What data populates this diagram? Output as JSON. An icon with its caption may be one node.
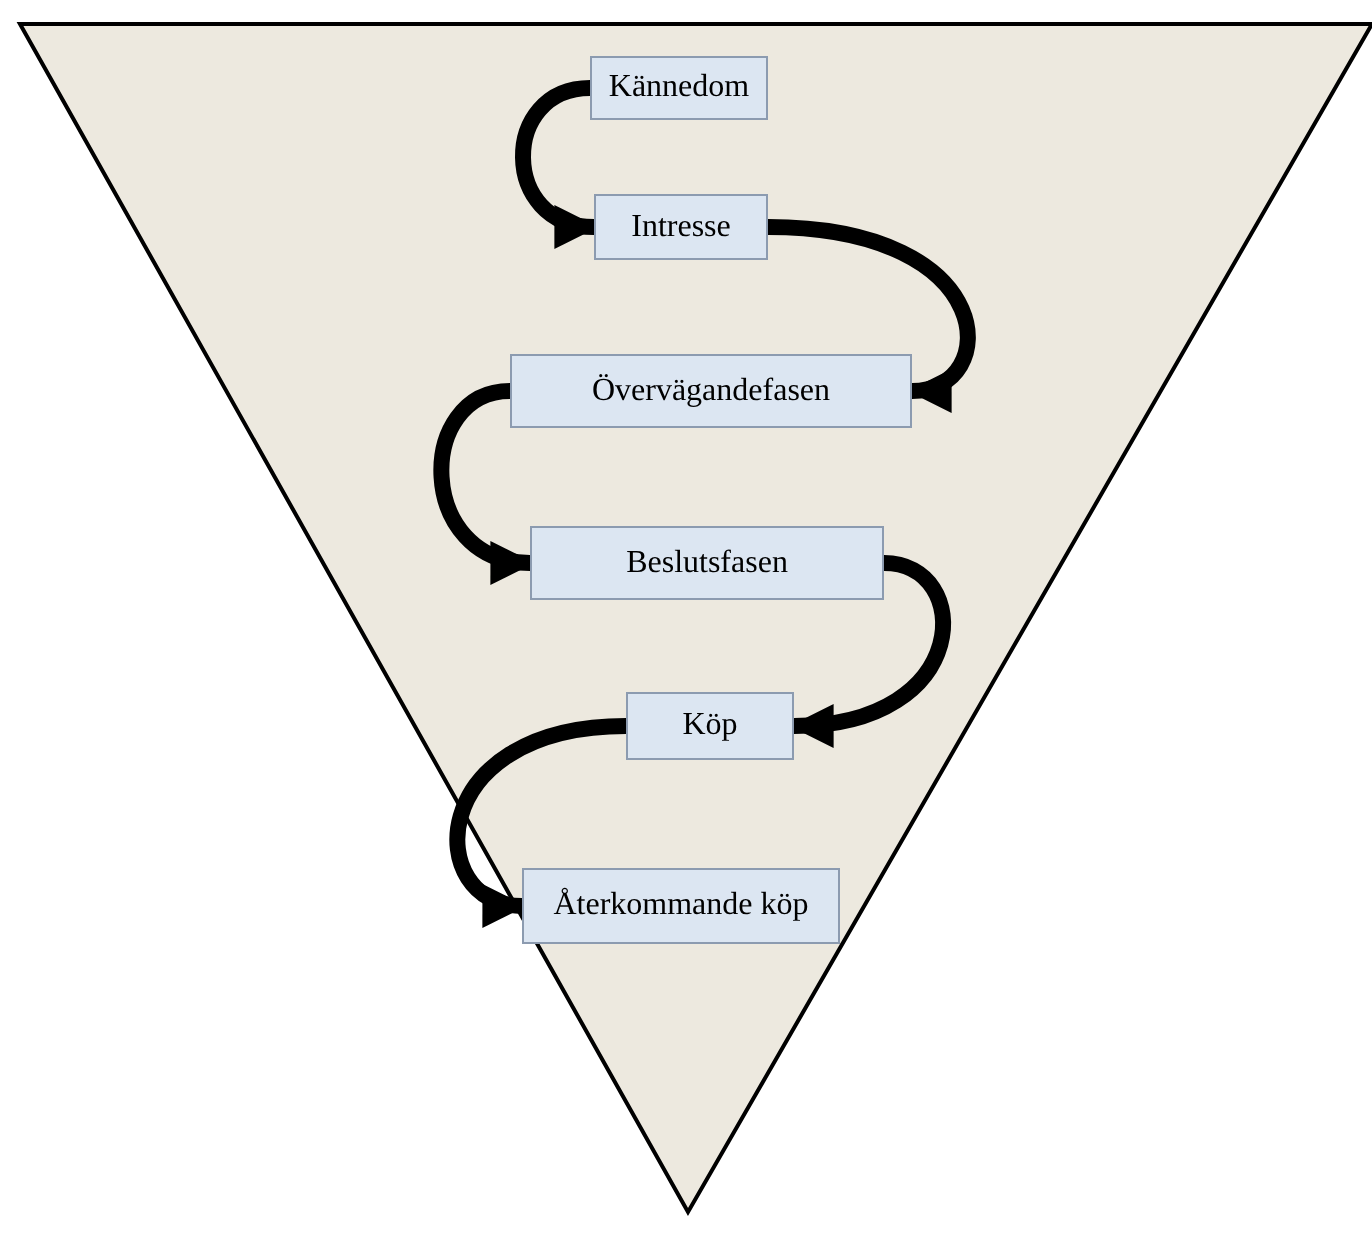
{
  "diagram": {
    "nodes": [
      {
        "text": [],
        "shape": "triangle"
      },
      {
        "text": [
          "Kännedom"
        ],
        "in": 0
      },
      {
        "text": [
          "Intresse"
        ],
        "in": 0
      },
      {
        "text": [
          "Övervägandefasen"
        ],
        "in": 0
      },
      {
        "text": [
          "Beslutsfasen"
        ],
        "in": 0
      },
      {
        "text": [
          "Köp"
        ],
        "in": 0
      },
      {
        "text": [
          "Återkommande köp"
        ],
        "in": 0
      }
    ],
    "edges": [
      {
        "from": 1,
        "to": 2,
        "arrow": "to"
      },
      {
        "from": 2,
        "to": 3,
        "arrow": "to"
      },
      {
        "from": 3,
        "to": 4,
        "arrow": "to"
      },
      {
        "from": 4,
        "to": 5,
        "arrow": "to"
      },
      {
        "from": 5,
        "to": 6,
        "arrow": "to"
      }
    ]
  }
}
